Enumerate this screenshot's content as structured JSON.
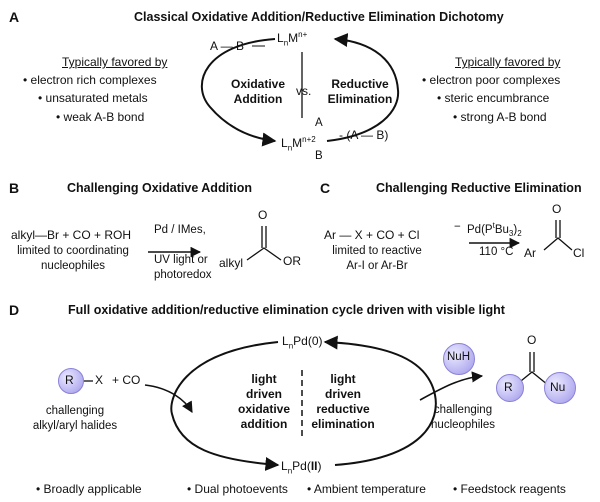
{
  "panelA": {
    "label": "A",
    "title": "Classical Oxidative Addition/Reductive Elimination Dichotomy",
    "left_heading": "Typically favored by",
    "left_items": [
      "• electron rich complexes",
      "• unsaturated metals",
      "• weak A-B bond"
    ],
    "right_heading": "Typically favored by",
    "right_items": [
      "• electron poor complexes",
      "• steric encumbrance",
      "• strong A-B bond"
    ],
    "ab_in": "A — B",
    "ab_out": "- (A — B)",
    "metal_top": "LnMn+",
    "metal_bottom": "LnMn+2",
    "sub_a": "A",
    "sub_b": "B",
    "oxidative": "Oxidative",
    "addition": "Addition",
    "reductive": "Reductive",
    "elimination": "Elimination",
    "vs": "vs."
  },
  "panelB": {
    "label": "B",
    "title": "Challenging Oxidative Addition",
    "reactants": "alkyl—Br  + CO + ROH",
    "note1": "limited to coordinating",
    "note2": "nucleophiles",
    "cond1": "Pd / IMes,",
    "cond2": "UV light or",
    "cond3": "photoredox",
    "prod_left": "alkyl",
    "prod_right": "OR",
    "prod_o": "O"
  },
  "panelC": {
    "label": "C",
    "title": "Challenging Reductive Elimination",
    "reactants": "Ar — X  + CO + Cl",
    "cl_charge": "−",
    "note1": "limited to reactive",
    "note2": "Ar-I or Ar-Br",
    "cond1": "Pd(PtBu3)2",
    "cond2": "110 °C",
    "prod_left": "Ar",
    "prod_right": "Cl",
    "prod_o": "O"
  },
  "panelD": {
    "label": "D",
    "title": "Full oxidative addition/reductive elimination cycle driven with visible light",
    "pd_top": "LnPd(0)",
    "pd_bottom": "LnPd(II)",
    "left_center": [
      "light",
      "driven",
      "oxidative",
      "addition"
    ],
    "right_center": [
      "light",
      "driven",
      "reductive",
      "elimination"
    ],
    "r_label": "R",
    "x_label": "X",
    "co": "+ CO",
    "left_note1": "challenging",
    "left_note2": "alkyl/aryl halides",
    "nuh": "NuH",
    "right_note1": "challenging",
    "right_note2": "nucleophiles",
    "prod_r": "R",
    "prod_nu": "Nu",
    "prod_o": "O",
    "features": [
      "• Broadly applicable",
      "• Dual photoevents",
      "• Ambient temperature",
      "• Feedstock reagents"
    ]
  },
  "colors": {
    "bubble": "#b6b0f0",
    "ink": "#111111"
  }
}
